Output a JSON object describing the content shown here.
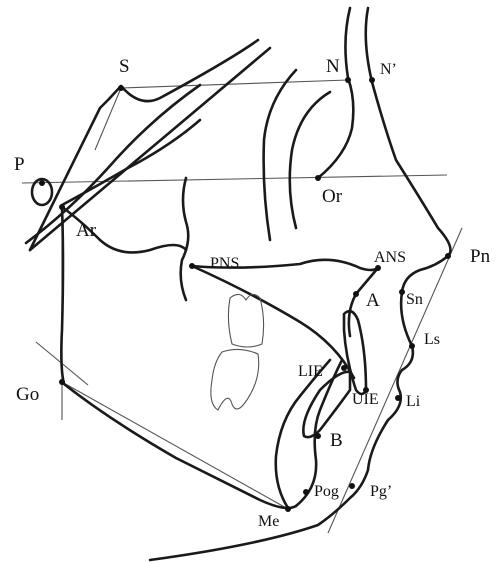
{
  "figure": {
    "landmarks": {
      "S": "S",
      "N": "N",
      "N_soft": "N’",
      "P": "P",
      "Or": "Or",
      "Ar": "Ar",
      "PNS": "PNS",
      "ANS": "ANS",
      "A": "A",
      "Pn": "Pn",
      "Sn": "Sn",
      "Ls": "Ls",
      "Go": "Go",
      "LIE": "LIE",
      "UIE": "UIE",
      "Li": "Li",
      "B": "B",
      "Pog": "Pog",
      "Pg_soft": "Pg’",
      "Me": "Me"
    }
  }
}
